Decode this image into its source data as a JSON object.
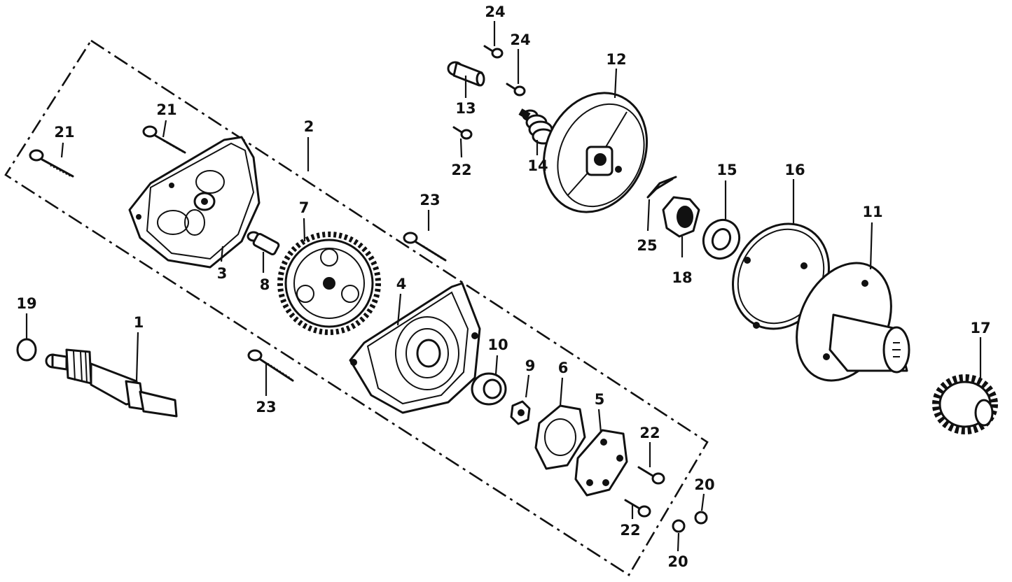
{
  "labels": {
    "p1": "1",
    "p2": "2",
    "p3": "3",
    "p4": "4",
    "p5": "5",
    "p6": "6",
    "p7": "7",
    "p8": "8",
    "p9": "9",
    "p10": "10",
    "p11": "11",
    "p12": "12",
    "p13": "13",
    "p14": "14",
    "p15": "15",
    "p16": "16",
    "p17": "17",
    "p18": "18",
    "p19": "19",
    "p20a": "20",
    "p20b": "20",
    "p21a": "21",
    "p21b": "21",
    "p22a": "22",
    "p22b": "22",
    "p22c": "22",
    "p23a": "23",
    "p23b": "23",
    "p24a": "24",
    "p24b": "24",
    "p25": "25"
  }
}
